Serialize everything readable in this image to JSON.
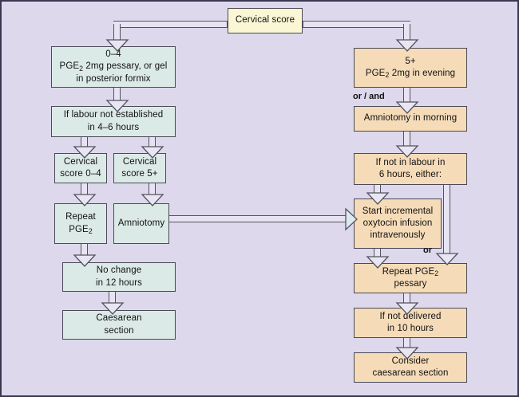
{
  "figure": {
    "title": "Cervical score induction of labour algorithm",
    "background_color": "#ddd8ec",
    "border_color": "#3a3750"
  },
  "palette": {
    "root_fill": "#fbf7d5",
    "left_branch_fill": "#dceae7",
    "right_branch_fill": "#f5dbb8",
    "connector_fill": "#e7e3f2",
    "line_color": "#55525f",
    "text_color": "#111111"
  },
  "nodes": {
    "root": {
      "label": "Cervical score"
    },
    "left": {
      "start_score": "0–4",
      "start_line1": "PGE",
      "start_sub1": "2",
      "start_line1b": " 2mg pessary, or gel",
      "start_line2": "in posterior formix",
      "labour_line1": "If labour not established",
      "labour_line2": "in 4–6 hours",
      "score_low_line1": "Cervical",
      "score_low_line2": "score 0–4",
      "score_high_line1": "Cervical",
      "score_high_line2": "score 5+",
      "repeat_line1": "Repeat",
      "repeat_line2": "PGE",
      "repeat_sub2": "2",
      "amniotomy": "Amniotomy",
      "nochange_line1": "No change",
      "nochange_line2": "in 12 hours",
      "caesarean_line1": "Caesarean",
      "caesarean_line2": "section"
    },
    "right": {
      "start_score": "5+",
      "start_line1": "PGE",
      "start_sub1": "2",
      "start_line1b": " 2mg in evening",
      "amniotomy_morning": "Amniotomy in morning",
      "notlabour_line1": "If not in labour in",
      "notlabour_line2": "6 hours, either:",
      "oxytocin_line1": "Start incremental",
      "oxytocin_line2": "oxytocin infusion",
      "oxytocin_line3": "intravenously",
      "repeat_line1": "Repeat PGE",
      "repeat_sub1": "2",
      "repeat_line2": "pessary",
      "notdelivered_line1": "If not delivered",
      "notdelivered_line2": "in 10 hours",
      "consider_line1": "Consider",
      "consider_line2": "caesarean section"
    }
  },
  "edge_labels": {
    "or_and": "or / and",
    "or": "or"
  }
}
